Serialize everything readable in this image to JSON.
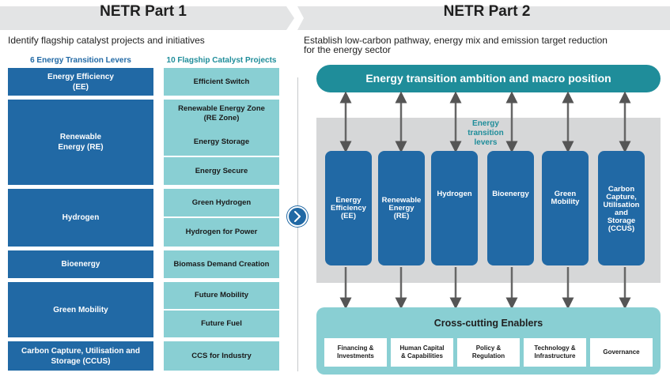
{
  "part1": {
    "title": "NETR Part 1",
    "subtitle": "Identify flagship catalyst projects and initiatives",
    "levers_heading": "6 Energy Transition Levers",
    "projects_heading": "10 Flagship Catalyst Projects",
    "levers": [
      {
        "line1": "Energy Efficiency",
        "line2": "(EE)"
      },
      {
        "line1": "Renewable",
        "line2": "Energy (RE)"
      },
      {
        "line1": "Hydrogen",
        "line2": ""
      },
      {
        "line1": "Bioenergy",
        "line2": ""
      },
      {
        "line1": "Green Mobility",
        "line2": ""
      },
      {
        "line1": "Carbon Capture, Utilisation and",
        "line2": "Storage (CCUS)"
      }
    ],
    "projects": [
      {
        "line1": "Efficient Switch",
        "line2": ""
      },
      {
        "line1": "Renewable Energy Zone",
        "line2": "(RE Zone)"
      },
      {
        "line1": "Energy Storage",
        "line2": ""
      },
      {
        "line1": "Energy Secure",
        "line2": ""
      },
      {
        "line1": "Green Hydrogen",
        "line2": ""
      },
      {
        "line1": "Hydrogen for Power",
        "line2": ""
      },
      {
        "line1": "Biomass Demand Creation",
        "line2": ""
      },
      {
        "line1": "Future Mobility",
        "line2": ""
      },
      {
        "line1": "Future Fuel",
        "line2": ""
      },
      {
        "line1": "CCS for Industry",
        "line2": ""
      }
    ]
  },
  "part2": {
    "title": "NETR Part 2",
    "subtitle_line1": "Establish low-carbon pathway, energy mix and emission target reduction",
    "subtitle_line2": "for the energy sector",
    "ambition": "Energy transition ambition and macro position",
    "levers_label": [
      "Energy",
      "transition",
      "levers"
    ],
    "pillars": [
      [
        "Energy",
        "Efficiency",
        "(EE)"
      ],
      [
        "Renewable",
        "Energy",
        "(RE)"
      ],
      [
        "Hydrogen"
      ],
      [
        "Bioenergy"
      ],
      [
        "Green",
        "Mobility"
      ],
      [
        "Carbon",
        "Capture,",
        "Utilisation",
        "and Storage",
        "(CCUS)"
      ]
    ],
    "enablers_title": "Cross-cutting Enablers",
    "enablers": [
      [
        "Financing &",
        "Investments"
      ],
      [
        "Human Capital",
        "& Capabilities"
      ],
      [
        "Policy &",
        "Regulation"
      ],
      [
        "Technology &",
        "Infrastructure"
      ],
      [
        "Governance"
      ]
    ]
  },
  "colors": {
    "lever_blue": "#2169a5",
    "project_teal": "#89cfd3",
    "accent_teal": "#1f8d9a",
    "banner_grey": "#e3e4e5",
    "band_grey": "#d6d7d8"
  },
  "icons": [
    "chevron-right-icon",
    "double-arrow-icon",
    "down-arrow-icon"
  ]
}
